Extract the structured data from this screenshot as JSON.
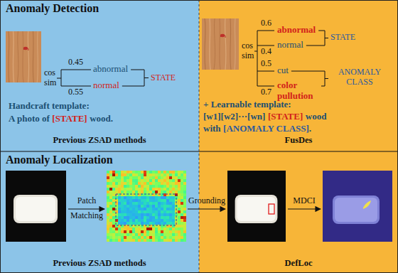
{
  "diagram": {
    "nodes": [
      {
        "text": [
          "Anomaly Detection",
          "Previous ZSAD methods"
        ]
      },
      {
        "text": [
          "FusDes"
        ]
      },
      {
        "text": [
          "Anomaly Localization",
          "Previous ZSAD methods"
        ]
      },
      {
        "text": [
          "DefLoc"
        ]
      }
    ],
    "labels": [
      "cos",
      "sim",
      "0.45",
      "abnormal",
      "0.55",
      "normal",
      "STATE",
      "Handcraft template:",
      "A photo of",
      "[STATE]",
      "wood.",
      "cos",
      "sim",
      "0.6",
      "abnormal",
      "0.4",
      "normal",
      "STATE",
      "0.5",
      "cut",
      "0.7",
      "color pullution",
      "ANOMALY CLASS",
      "+ Learnable template:",
      "[w1][w2]···[wn]",
      "[STATE]",
      "wood",
      "with",
      "[ANOMALY CLASS]",
      ".",
      "Patch",
      "Matching",
      "Grounding",
      "MDCI"
    ]
  }
}
